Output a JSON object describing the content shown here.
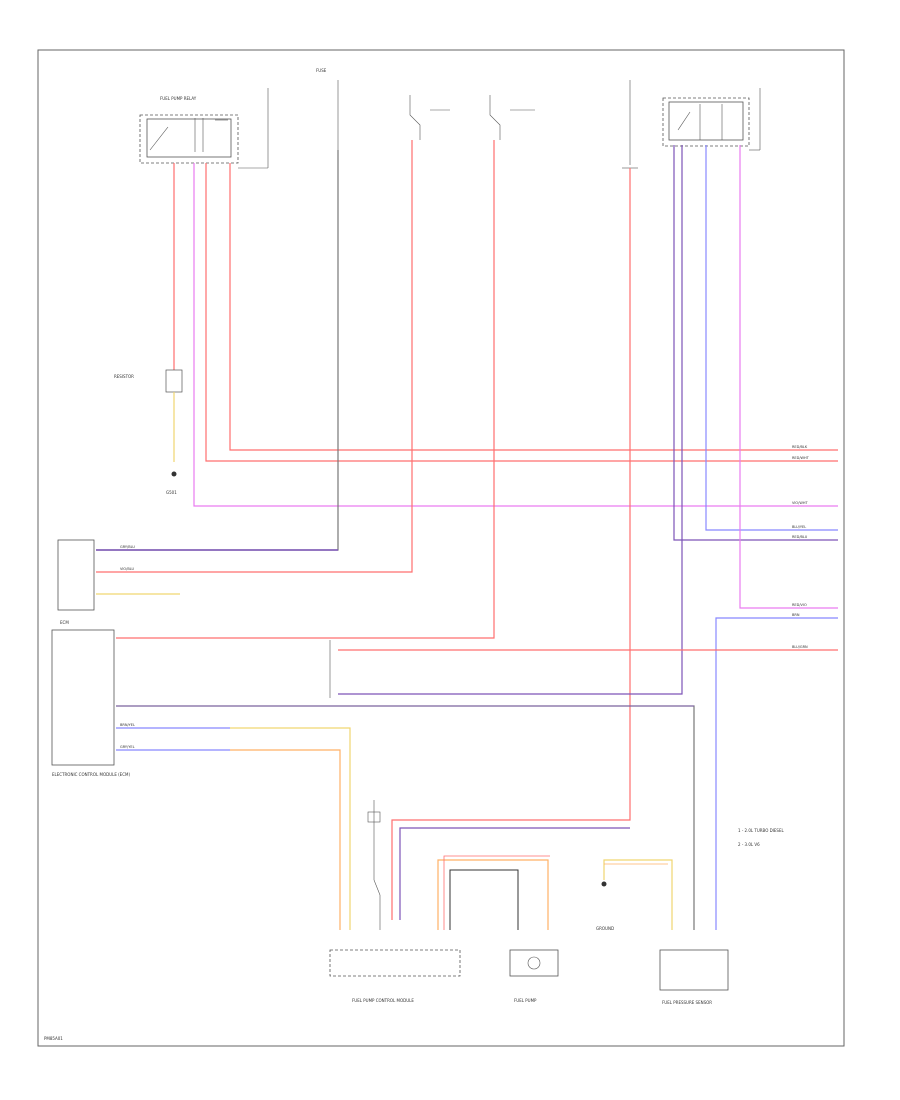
{
  "wire_colors": {
    "red": "#ff6f6f",
    "pink": "#ff9ec4",
    "magenta": "#e97cf0",
    "purple": "#7d54b8",
    "blue": "#8888ff",
    "gray": "#777777",
    "orange": "#ffb066",
    "yellow": "#f0d670",
    "black": "#333333"
  },
  "labels": {
    "ground_left": "G501",
    "legend_1": "1 - 2.0L TURBO DIESEL",
    "legend_2": "2 - 3.0L V6",
    "corner_code": "PM85A01"
  },
  "components": {
    "relay_left": "FUEL PUMP RELAY",
    "fuse_center": "FUSE",
    "resistor_left": "RESISTOR",
    "ecm_top": "ECM",
    "ecm_main": "ELECTRONIC CONTROL MODULE (ECM)",
    "fuel_pump_control": "FUEL PUMP CONTROL MODULE",
    "fuel_pump": "FUEL PUMP",
    "fuel_pressure": "FUEL PRESSURE SENSOR",
    "ground_point": "GROUND"
  },
  "wire_labels": {
    "w1": "RED/BLK",
    "w2": "RED/WHT",
    "w3": "VIO/WHT",
    "w4": "BLU/YEL",
    "w5": "RED/BLU",
    "w6": "RED/VIO",
    "w7": "BRN",
    "w8": "BLU/GRN",
    "w9": "GRY/BLU",
    "w10": "VIO/BLU",
    "w11": "BRN/YEL",
    "w12": "GRY/YEL"
  }
}
